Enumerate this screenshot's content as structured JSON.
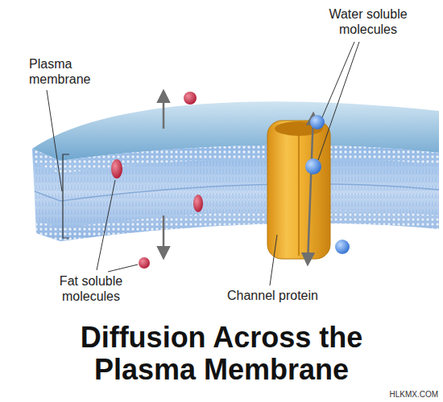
{
  "diagram": {
    "title": "Diffusion Across the Plasma Membrane",
    "labels": [
      "Plasma membrane",
      "Water soluble molecules",
      "Fat soluble molecules",
      "Channel protein",
      "HLKMX.COM"
    ]
  }
}
